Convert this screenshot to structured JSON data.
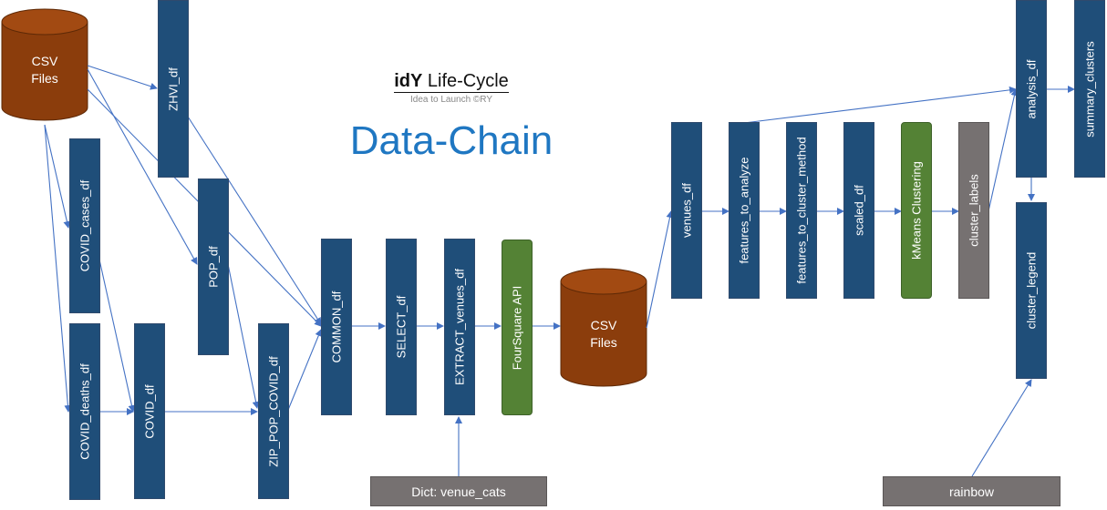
{
  "header": {
    "logo_mark": "idY",
    "lifecycle": "Life-Cycle",
    "subtitle": "Idea to Launch ©RY",
    "title": "Data-Chain"
  },
  "colors": {
    "node_blue": "#1f4e79",
    "node_green": "#548235",
    "node_gray": "#767171",
    "cylinder": "#8b3d0c",
    "arrow": "#4472c4",
    "title": "#1f77c2"
  },
  "nodes": {
    "csv_source": "CSV\nFiles",
    "zhvi_df": "ZHVI_df",
    "covid_cases_df": "COVID_cases_df",
    "covid_deaths_df": "COVID_deaths_df",
    "covid_df": "COVID_df",
    "pop_df": "POP_df",
    "zip_pop_covid_df": "ZIP_POP_COVID_df",
    "common_df": "COMMON_df",
    "select_df": "SELECT_df",
    "extract_venues_df": "EXTRACT_venues_df",
    "foursquare_api": "FourSquare API",
    "csv_output": "CSV\nFiles",
    "venues_df": "venues_df",
    "features_to_analyze": "features_to_analyze",
    "features_to_cluster_method": "features_to_cluster_method",
    "scaled_df": "scaled_df",
    "kmeans_clustering": "kMeans Clustering",
    "cluster_labels": "cluster_labels",
    "analysis_df": "analysis_df",
    "summary_clusters": "summary_clusters",
    "cluster_legend": "cluster_legend",
    "dict_venue_cats": "Dict: venue_cats",
    "rainbow": "rainbow"
  }
}
